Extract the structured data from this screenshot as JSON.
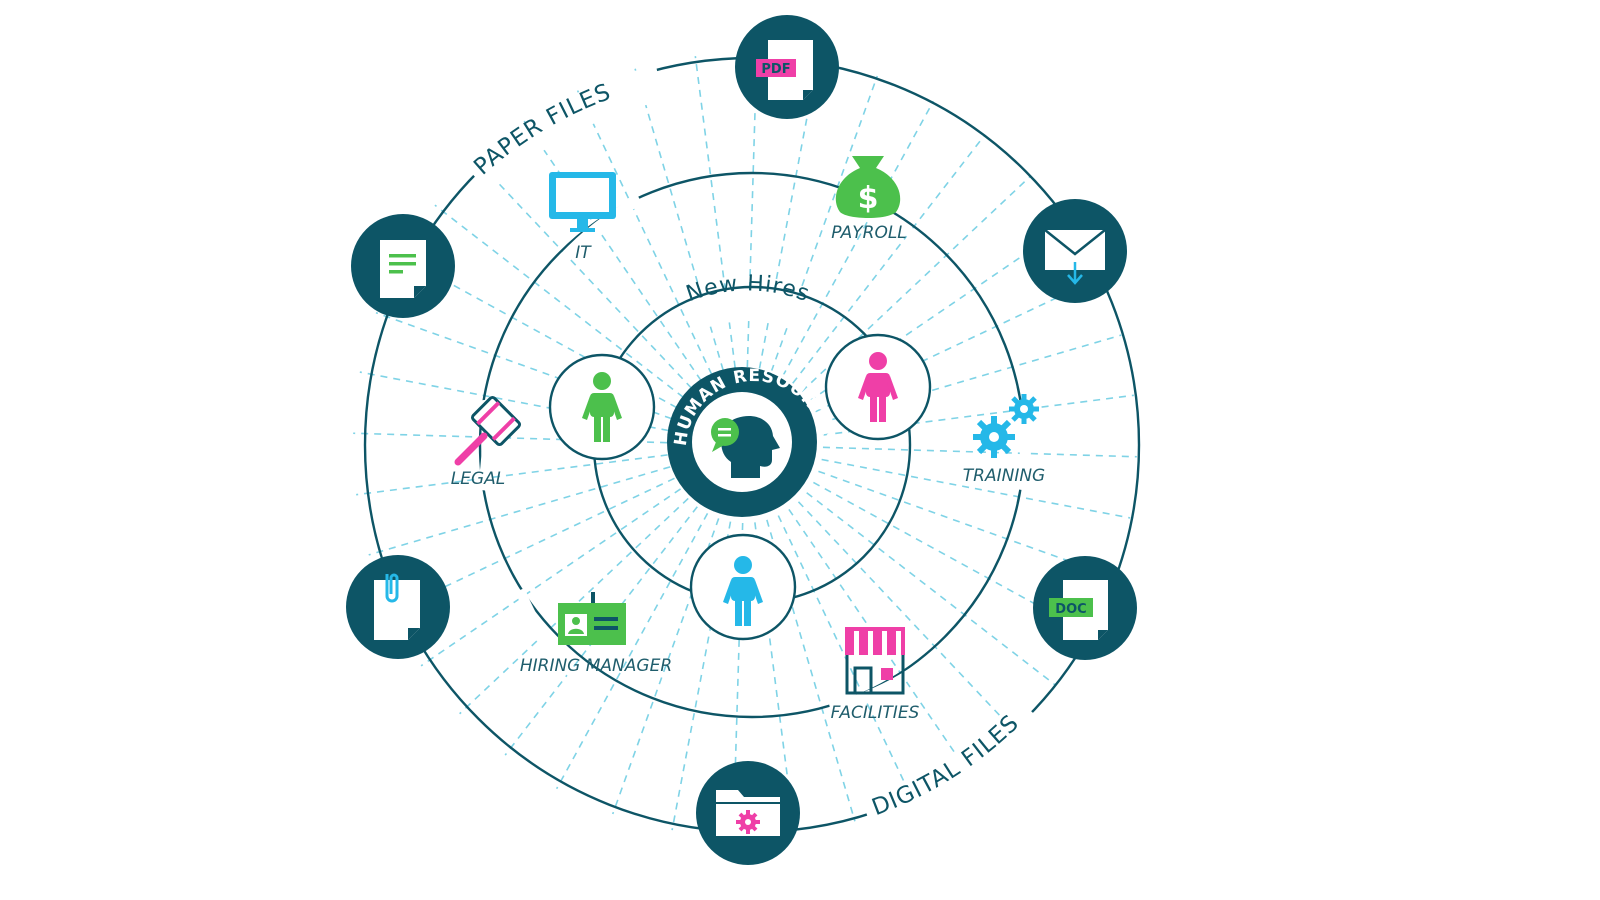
{
  "center": {
    "label": "HUMAN RESOURCES"
  },
  "rings": {
    "new_hires": "New Hires",
    "paper_files": "PAPER FILES",
    "digital_files": "DIGITAL FILES"
  },
  "departments": {
    "it": "IT",
    "payroll": "PAYROLL",
    "legal": "LEGAL",
    "training": "TRAINING",
    "hiring_manager": "HIRING MANAGER",
    "facilities": "FACILITIES"
  },
  "file_badges": {
    "pdf": "PDF",
    "doc": "DOC"
  },
  "payroll_symbol": "$",
  "colors": {
    "dark_teal": "#0d5566",
    "dashed_line": "#7fd3e6",
    "green": "#4cc04c",
    "pink": "#ef3fa7",
    "cyan": "#25b8e8"
  }
}
